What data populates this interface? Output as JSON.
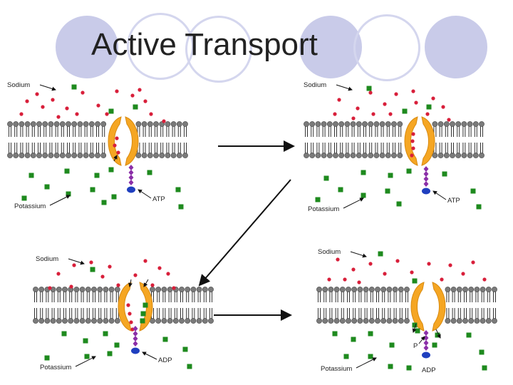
{
  "title": "Active Transport",
  "labels": {
    "sodium": "Sodium",
    "potassium": "Potassium",
    "atp": "ATP",
    "adp": "ADP",
    "p": "P"
  },
  "colors": {
    "sodium": "#d81f3a",
    "potassium": "#1e8a1e",
    "pump": "#f5a623",
    "lipid_head": "#7a7a7a",
    "atp_purple": "#8b2fa8",
    "atp_blue": "#1f3fbf",
    "decor_circle": "#c9cbe9"
  },
  "panels": [
    {
      "name": "step-1",
      "has_atp": true,
      "atp_label": "atp",
      "pump_state": "closed-out",
      "release": "none"
    },
    {
      "name": "step-2",
      "has_atp": true,
      "atp_label": "atp",
      "pump_state": "closed-bound",
      "release": "none"
    },
    {
      "name": "step-3",
      "has_atp": true,
      "atp_label": "adp",
      "pump_state": "open-out",
      "release": "sodium"
    },
    {
      "name": "step-4",
      "has_atp": true,
      "atp_label": "adp",
      "pump_state": "open-in",
      "release": "potassium",
      "show_p": true
    }
  ],
  "icons": {
    "sodium_ion": "sodium-ion-icon",
    "potassium_ion": "potassium-ion-icon",
    "arrow": "arrow-icon"
  }
}
